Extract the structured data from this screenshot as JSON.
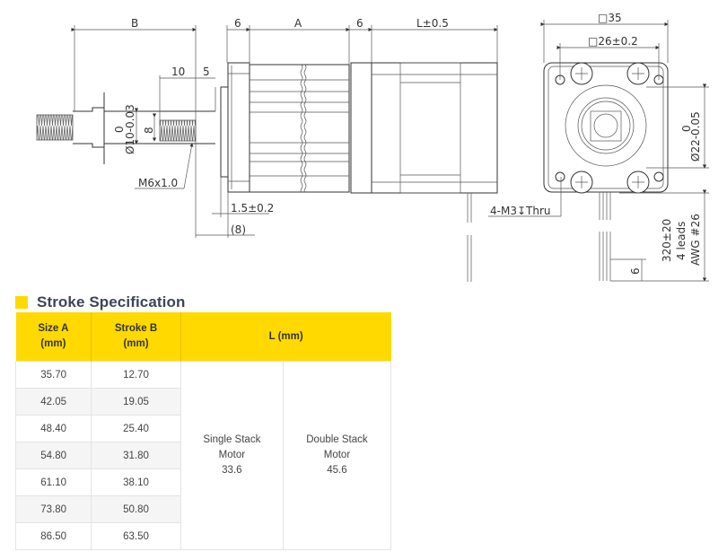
{
  "drawing": {
    "side_view": {
      "dim_B": "B",
      "dim_6_left": "6",
      "dim_A": "A",
      "dim_6_right": "6",
      "dim_L": "L±0.5",
      "dim_10": "10",
      "dim_5": "5",
      "dim_shaft_dia_tol": "0",
      "dim_shaft_dia": "Ø10-0.03",
      "dim_8": "8",
      "thread_label": "M6x1.0",
      "dim_flange": "1.5±0.2",
      "dim_8_ref": "(8)"
    },
    "end_view": {
      "dim_square": "□35",
      "dim_hole_spacing": "□26±0.2",
      "dim_pilot_tol": "0",
      "dim_pilot": "Ø22-0.05",
      "mount_holes": "4-M3↧Thru",
      "lead_length": "320±20",
      "lead_count": "4 leads",
      "lead_gauge": "AWG #26",
      "dim_strip": "6"
    }
  },
  "section": {
    "title": "Stroke Specification",
    "accent_color": "#ffd900"
  },
  "table": {
    "headers": {
      "size_a": "Size A",
      "size_a_unit": "(mm)",
      "stroke_b": "Stroke B",
      "stroke_b_unit": "(mm)",
      "l": "L (mm)"
    },
    "rows": [
      {
        "size_a": "35.70",
        "stroke_b": "12.70"
      },
      {
        "size_a": "42.05",
        "stroke_b": "19.05"
      },
      {
        "size_a": "48.40",
        "stroke_b": "25.40"
      },
      {
        "size_a": "54.80",
        "stroke_b": "31.80"
      },
      {
        "size_a": "61.10",
        "stroke_b": "38.10"
      },
      {
        "size_a": "73.80",
        "stroke_b": "50.80"
      },
      {
        "size_a": "86.50",
        "stroke_b": "63.50"
      }
    ],
    "single_stack": {
      "line1": "Single Stack",
      "line2": "Motor",
      "value": "33.6"
    },
    "double_stack": {
      "line1": "Double Stack",
      "line2": "Motor",
      "value": "45.6"
    }
  }
}
